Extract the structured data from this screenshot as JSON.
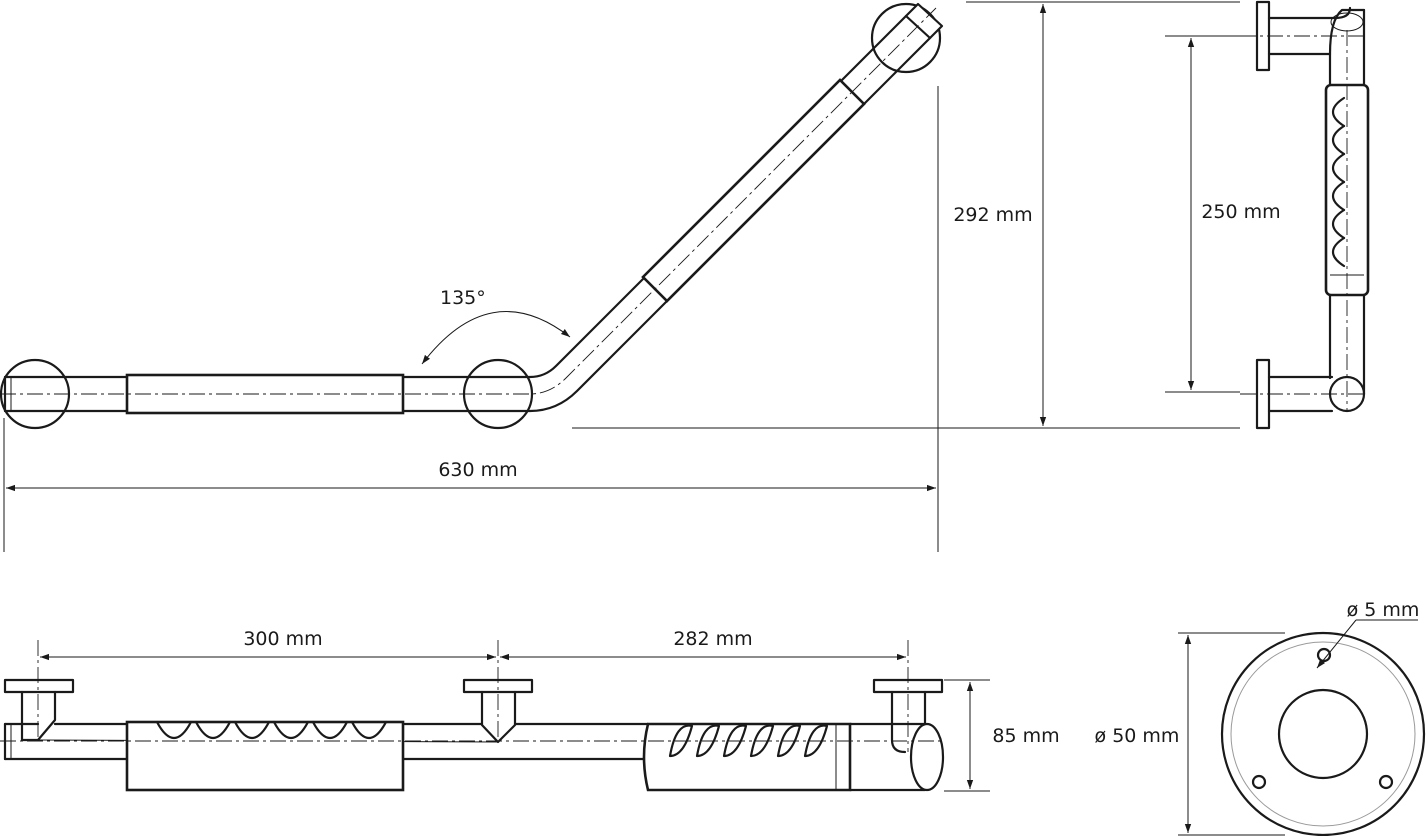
{
  "views": {
    "top": {
      "dim_width": "630 mm",
      "dim_height": "292 mm",
      "angle": "135°"
    },
    "side": {
      "dim_height": "250 mm"
    },
    "front": {
      "dim_left": "300 mm",
      "dim_right": "282 mm",
      "dim_depth": "85 mm"
    },
    "flange": {
      "dim_hole": "ø 5 mm",
      "dim_diameter": "ø 50 mm"
    }
  },
  "colors": {
    "line": "#1a1a1a",
    "background": "#ffffff"
  }
}
